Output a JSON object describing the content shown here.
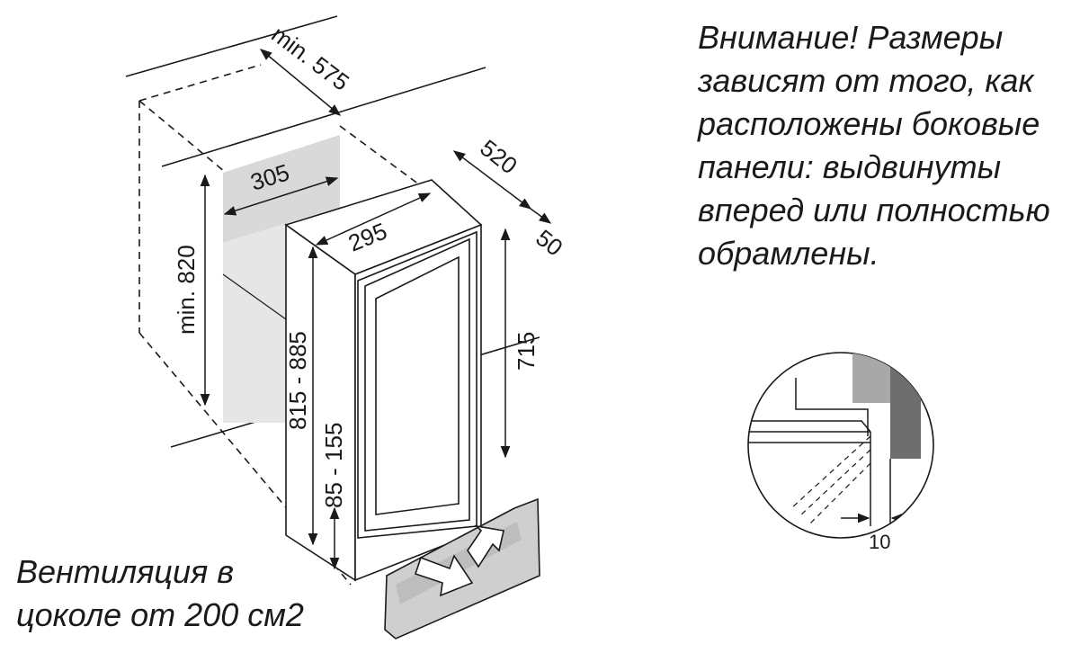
{
  "dimensions": {
    "min_depth": "min. 575",
    "niche_width": "305",
    "min_height": "min. 820",
    "unit_width": "295",
    "unit_depth": "520",
    "door_depth": "50",
    "unit_height_range": "815 - 885",
    "unit_height": "715",
    "plinth_range": "85 - 155",
    "side_gap": "10"
  },
  "warning_lines": [
    "Внимание! Размеры",
    "зависят от того, как",
    "расположены боковые",
    "панели: выдвинуты",
    "вперед или полностью",
    "обрамлены."
  ],
  "ventilation_lines": [
    "Вентиляция в",
    "цоколе от 200 см2"
  ],
  "colors": {
    "line": "#1a1a1a",
    "panel_gray": "#d9d9d9",
    "panel_dark": "#6e6e6e",
    "panel_mid": "#a8a8a8",
    "plinth_gray": "#cfcfcf"
  }
}
